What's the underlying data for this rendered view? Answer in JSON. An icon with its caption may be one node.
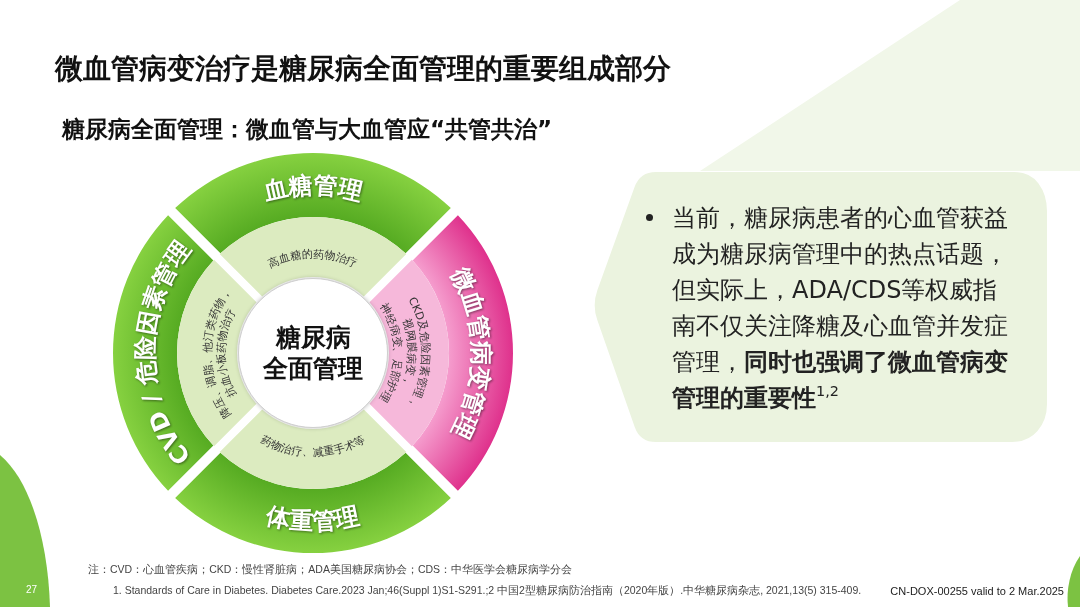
{
  "diagram": {
    "title": "微血管病变治疗是糖尿病全面管理的重要组成部分",
    "nodes": [
      {
        "text": [
          "血糖管理"
        ]
      },
      {
        "text": [
          "高血糖的药物治疗"
        ]
      },
      {
        "text": [
          "CVD / 危险因素管理"
        ]
      },
      {
        "text": [
          "降压、调脂、他汀类药物，抗血小板药物治疗"
        ]
      },
      {
        "text": [
          "糖尿病全面管理"
        ]
      },
      {
        "text": [
          "CKD及危险因素管理，视网膜病变，神经病变、足部护理"
        ]
      },
      {
        "text": [
          "微血管病变管理"
        ]
      },
      {
        "text": [
          "药物治疗、减重手术等"
        ]
      },
      {
        "text": [
          "体重管理"
        ]
      },
      {
        "text": [
          "当前，糖尿病患者的心血管获益成为糖尿病管理中的热点话题，但实际上，ADA/CDS等权威指南不仅关注降糖及心血管并发症管理，**同时也强调了微血管病变管理的重要性**$^{1,2}$"
        ]
      }
    ],
    "labels": [
      "糖尿病全面管理：微血管与大血管应“共管共治”",
      "注：CVD：心血管疾病；CKD：慢性肾脏病；ADA美国糖尿病协会；CDS：中华医学会糖尿病学分会",
      "27",
      "1. Standards of Care in Diabetes. Diabetes Care.2023 Jan;46(Suppl 1)S1-S291.;2 中国2型糖尿病防治指南（2020年版）.中华糖尿病杂志, 2021,13(5) 315-409.",
      "CN-DOX-00255 valid to 2 Mar.2025"
    ]
  }
}
